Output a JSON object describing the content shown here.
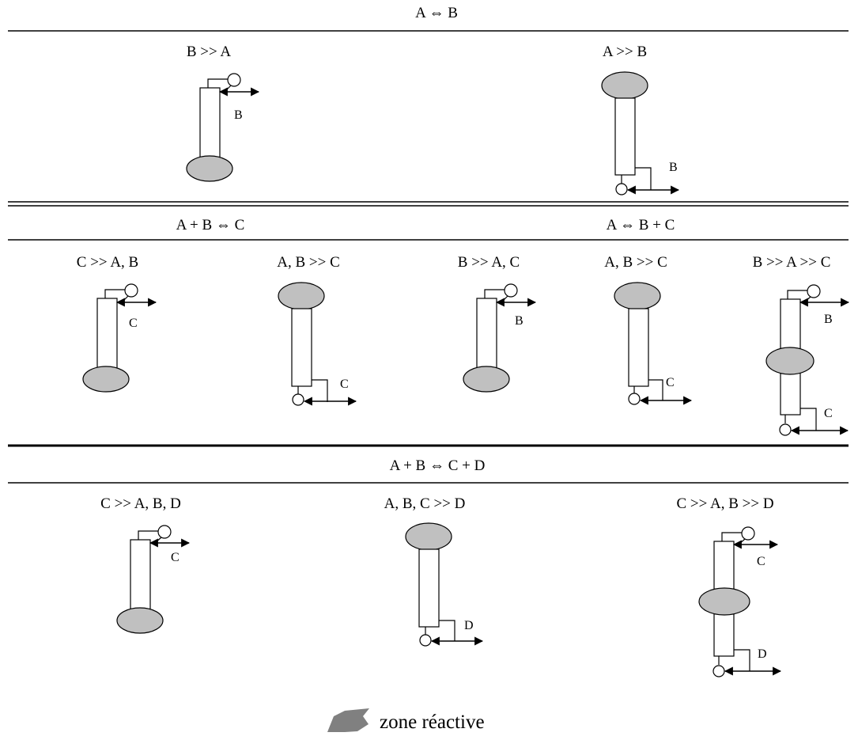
{
  "colors": {
    "reactive_zone": "#c0c0c0",
    "legend_swatch": "#808080",
    "line": "#000000",
    "background": "#ffffff"
  },
  "sections": [
    {
      "reaction": "A ⇔ B",
      "columns": [
        {
          "condition": "B >> A",
          "flow_labels": [
            "B"
          ]
        },
        {
          "condition": "A >> B",
          "flow_labels": [
            "B"
          ]
        }
      ]
    },
    {
      "reactions": [
        "A + B ⇔ C",
        "A ⇔ B + C"
      ],
      "columns": [
        {
          "condition": "C >> A, B",
          "flow_labels": [
            "C"
          ]
        },
        {
          "condition": "A, B >> C",
          "flow_labels": [
            "C"
          ]
        },
        {
          "condition": "B >> A, C",
          "flow_labels": [
            "B"
          ]
        },
        {
          "condition": "A, B >> C",
          "flow_labels": [
            "C"
          ]
        },
        {
          "condition": "B >> A >> C",
          "flow_labels": [
            "B",
            "C"
          ]
        }
      ]
    },
    {
      "reaction": "A + B ⇔ C + D",
      "columns": [
        {
          "condition": "C >> A, B, D",
          "flow_labels": [
            "C"
          ]
        },
        {
          "condition": "A, B, C >> D",
          "flow_labels": [
            "D"
          ]
        },
        {
          "condition": "C >> A, B >> D",
          "flow_labels": [
            "C",
            "D"
          ]
        }
      ]
    }
  ],
  "legend": {
    "label": "zone réactive",
    "icon": "reactive-zone-icon"
  }
}
